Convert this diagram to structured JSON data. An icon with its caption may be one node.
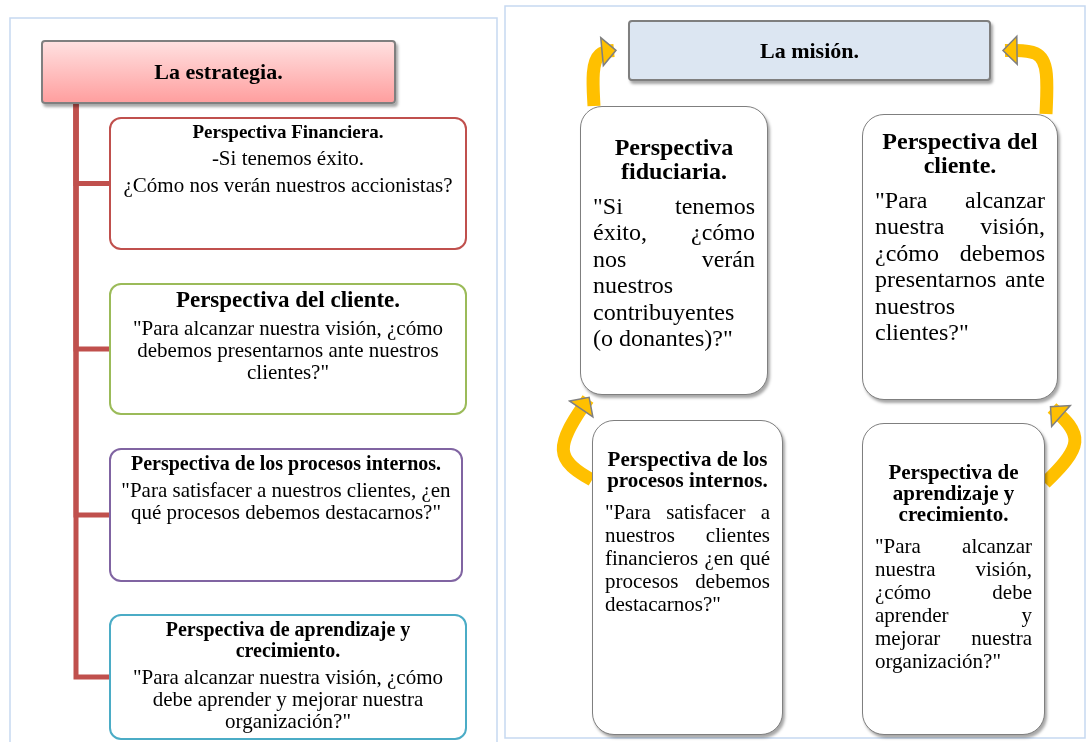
{
  "diagram": {
    "nodes": [
      {
        "text": [
          "La estrategia."
        ]
      },
      {
        "text": [
          "Perspectiva Financiera.",
          "-Si tenemos éxito.",
          "¿Cómo nos verán nuestros accionistas?"
        ]
      },
      {
        "text": [
          "Perspectiva del cliente.",
          "\"Para alcanzar nuestra visión, ¿cómo debemos presentarnos ante nuestros clientes?\""
        ]
      },
      {
        "text": [
          "Perspectiva de los procesos internos.",
          "\"Para satisfacer a nuestros clientes, ¿en qué procesos debemos destacarnos?\""
        ]
      },
      {
        "text": [
          "Perspectiva de aprendizaje y crecimiento.",
          "\"Para alcanzar nuestra visión, ¿cómo debe aprender y mejorar nuestra organización?\""
        ]
      },
      {
        "text": [
          "La misión."
        ]
      },
      {
        "text": [
          "Perspectiva fiduciaria.",
          "\"Si tenemos éxito, ¿cómo nos verán nuestros contribuyentes (o donantes)?\""
        ]
      },
      {
        "text": [
          "Perspectiva del cliente.",
          "\"Para alcanzar nuestra visión, ¿cómo debemos presentarnos ante nuestros clientes?\""
        ]
      },
      {
        "text": [
          "Perspectiva de los procesos internos.",
          "\"Para satisfacer a nuestros clientes financieros ¿en qué procesos debemos destacarnos?\""
        ]
      },
      {
        "text": [
          "Perspectiva de aprendizaje y crecimiento.",
          "\"Para alcanzar nuestra visión, ¿cómo debe aprender y mejorar nuestra organización?\""
        ]
      }
    ],
    "edges": [
      {
        "from": 0,
        "to": 1,
        "arrow": "none",
        "color": "#c0504d"
      },
      {
        "from": 0,
        "to": 2,
        "arrow": "none",
        "color": "#c0504d"
      },
      {
        "from": 0,
        "to": 3,
        "arrow": "none",
        "color": "#c0504d"
      },
      {
        "from": 0,
        "to": 4,
        "arrow": "none",
        "color": "#c0504d"
      },
      {
        "from": 6,
        "to": 5,
        "arrow": "to",
        "style": "thick",
        "color": "#ffc000"
      },
      {
        "from": 7,
        "to": 5,
        "arrow": "to",
        "style": "thick",
        "color": "#ffc000"
      },
      {
        "from": 8,
        "to": 6,
        "arrow": "to",
        "style": "thick",
        "color": "#ffc000"
      },
      {
        "from": 9,
        "to": 7,
        "arrow": "to",
        "style": "thick",
        "color": "#ffc000"
      }
    ]
  }
}
